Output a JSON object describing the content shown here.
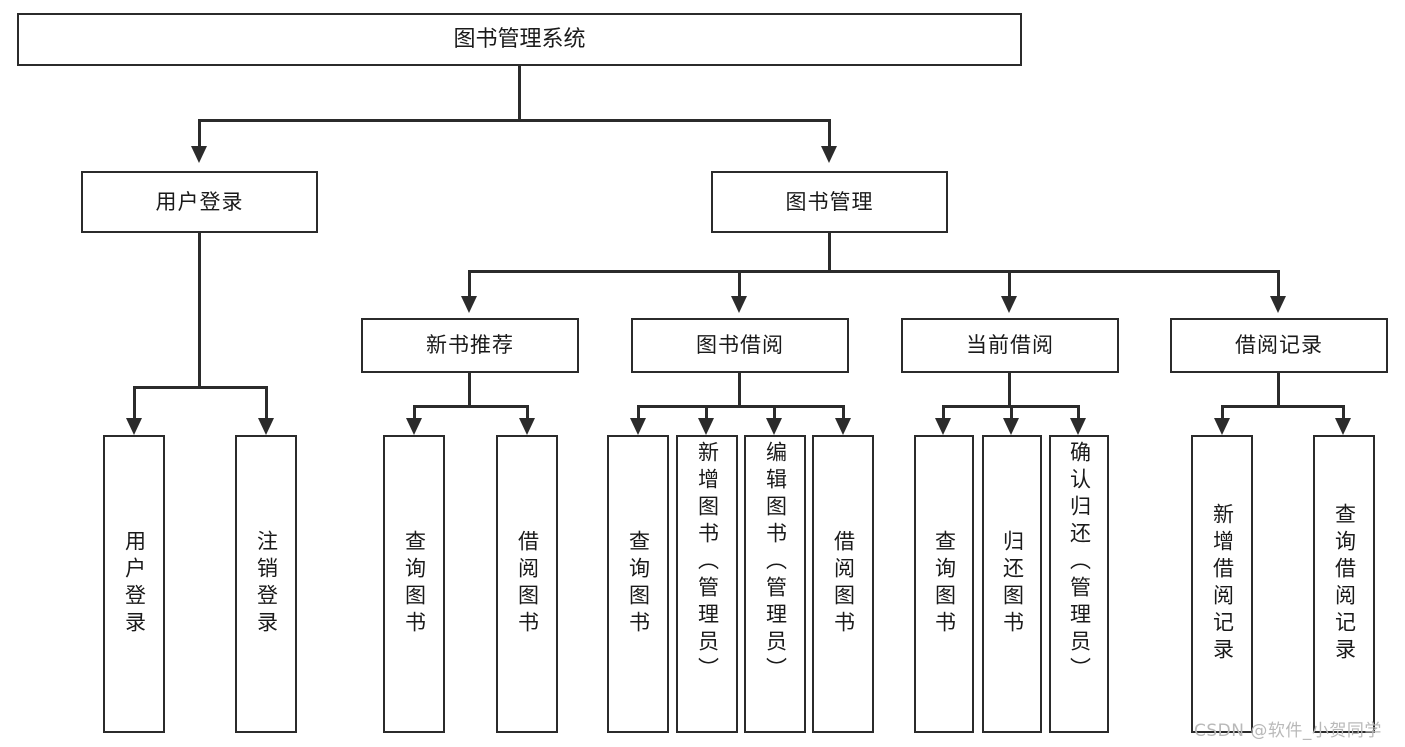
{
  "diagram": {
    "title": "图书管理系统",
    "type": "功能结构图",
    "colors": {
      "stroke": "#2b2b2b",
      "fill": "#ffffff",
      "text": "#1a1a1a",
      "watermark": "#b9b9b9"
    }
  },
  "root": {
    "label": "图书管理系统"
  },
  "level2": [
    {
      "id": "user-login",
      "label": "用户登录"
    },
    {
      "id": "book-manage",
      "label": "图书管理"
    }
  ],
  "level3": [
    {
      "id": "new-book-recommend",
      "label": "新书推荐"
    },
    {
      "id": "book-borrow",
      "label": "图书借阅"
    },
    {
      "id": "current-borrow",
      "label": "当前借阅"
    },
    {
      "id": "borrow-record",
      "label": "借阅记录"
    }
  ],
  "leaves": {
    "user_login": [
      {
        "id": "leaf-user-login",
        "label": "用户登录"
      },
      {
        "id": "leaf-user-logout",
        "label": "注销登录"
      }
    ],
    "new_book_recommend": [
      {
        "id": "leaf-query-book-1",
        "label": "查询图书"
      },
      {
        "id": "leaf-borrow-book-1",
        "label": "借阅图书"
      }
    ],
    "book_borrow": [
      {
        "id": "leaf-query-book-2",
        "label": "查询图书"
      },
      {
        "id": "leaf-add-book",
        "label": "新增图书（管理员）"
      },
      {
        "id": "leaf-edit-book",
        "label": "编辑图书（管理员）"
      },
      {
        "id": "leaf-borrow-book-2",
        "label": "借阅图书"
      }
    ],
    "current_borrow": [
      {
        "id": "leaf-query-book-3",
        "label": "查询图书"
      },
      {
        "id": "leaf-return-book",
        "label": "归还图书"
      },
      {
        "id": "leaf-confirm-return",
        "label": "确认归还（管理员）"
      }
    ],
    "borrow_record": [
      {
        "id": "leaf-add-record",
        "label": "新增借阅记录"
      },
      {
        "id": "leaf-query-record",
        "label": "查询借阅记录"
      }
    ]
  },
  "watermark": {
    "text": "CSDN @软件_小贺同学"
  }
}
